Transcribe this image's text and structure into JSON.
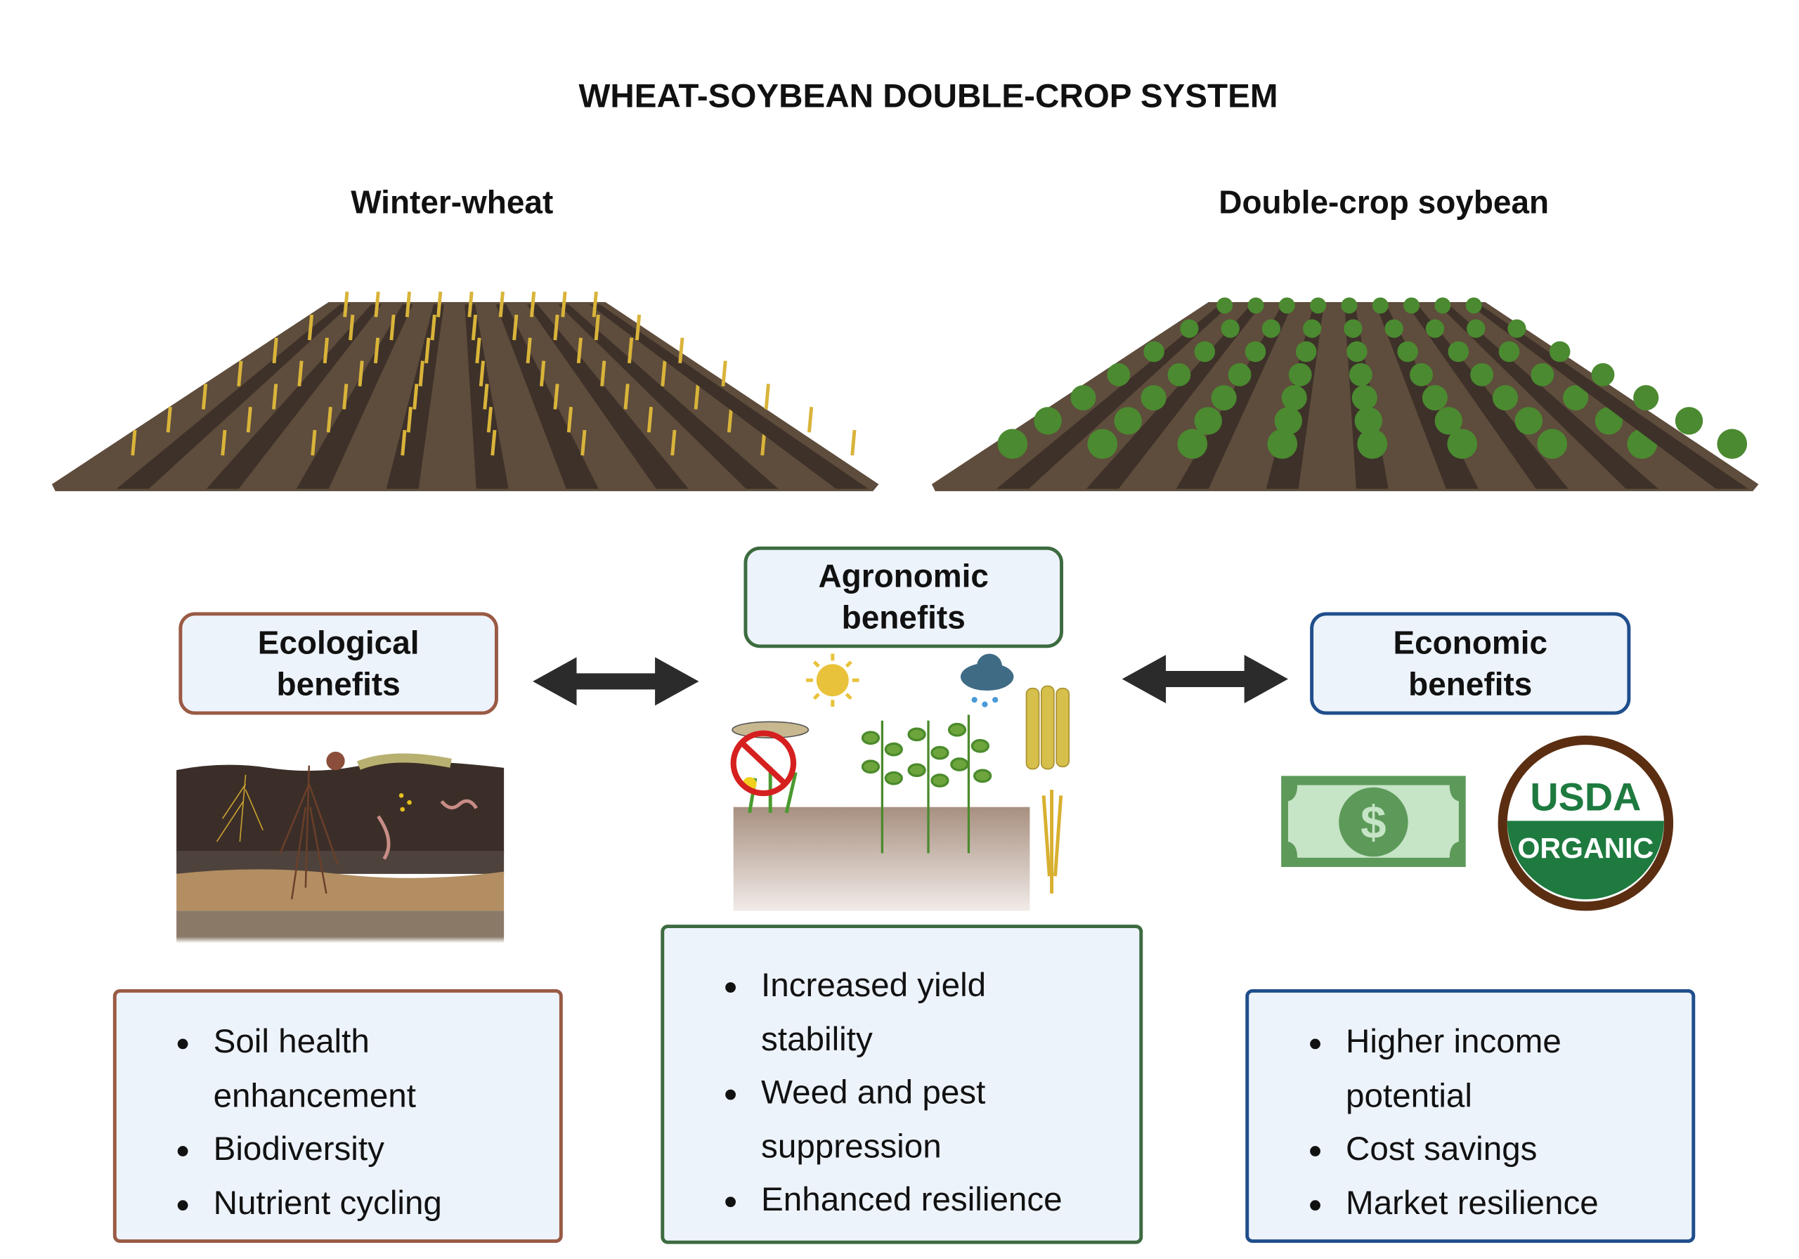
{
  "title": "WHEAT-SOYBEAN DOUBLE-CROP SYSTEM",
  "fields": {
    "left_label": "Winter-wheat",
    "right_label": "Double-crop soybean"
  },
  "benefits": {
    "ecological": {
      "line1": "Ecological",
      "line2": "benefits",
      "color": "#9a5a44",
      "items": [
        "Soil health enhancement",
        "Biodiversity",
        "Nutrient cycling"
      ]
    },
    "agronomic": {
      "line1": "Agronomic",
      "line2": "benefits",
      "color": "#3d6b40",
      "items": [
        "Increased yield stability",
        "Weed and pest suppression",
        "Enhanced resilience"
      ]
    },
    "economic": {
      "line1": "Economic",
      "line2": "benefits",
      "color": "#1f4e8c",
      "items": [
        "Higher income potential",
        "Cost savings",
        "Market resilience"
      ]
    }
  },
  "logos": {
    "usda_top": "USDA",
    "usda_bottom": "ORGANIC",
    "dollar": "$"
  }
}
